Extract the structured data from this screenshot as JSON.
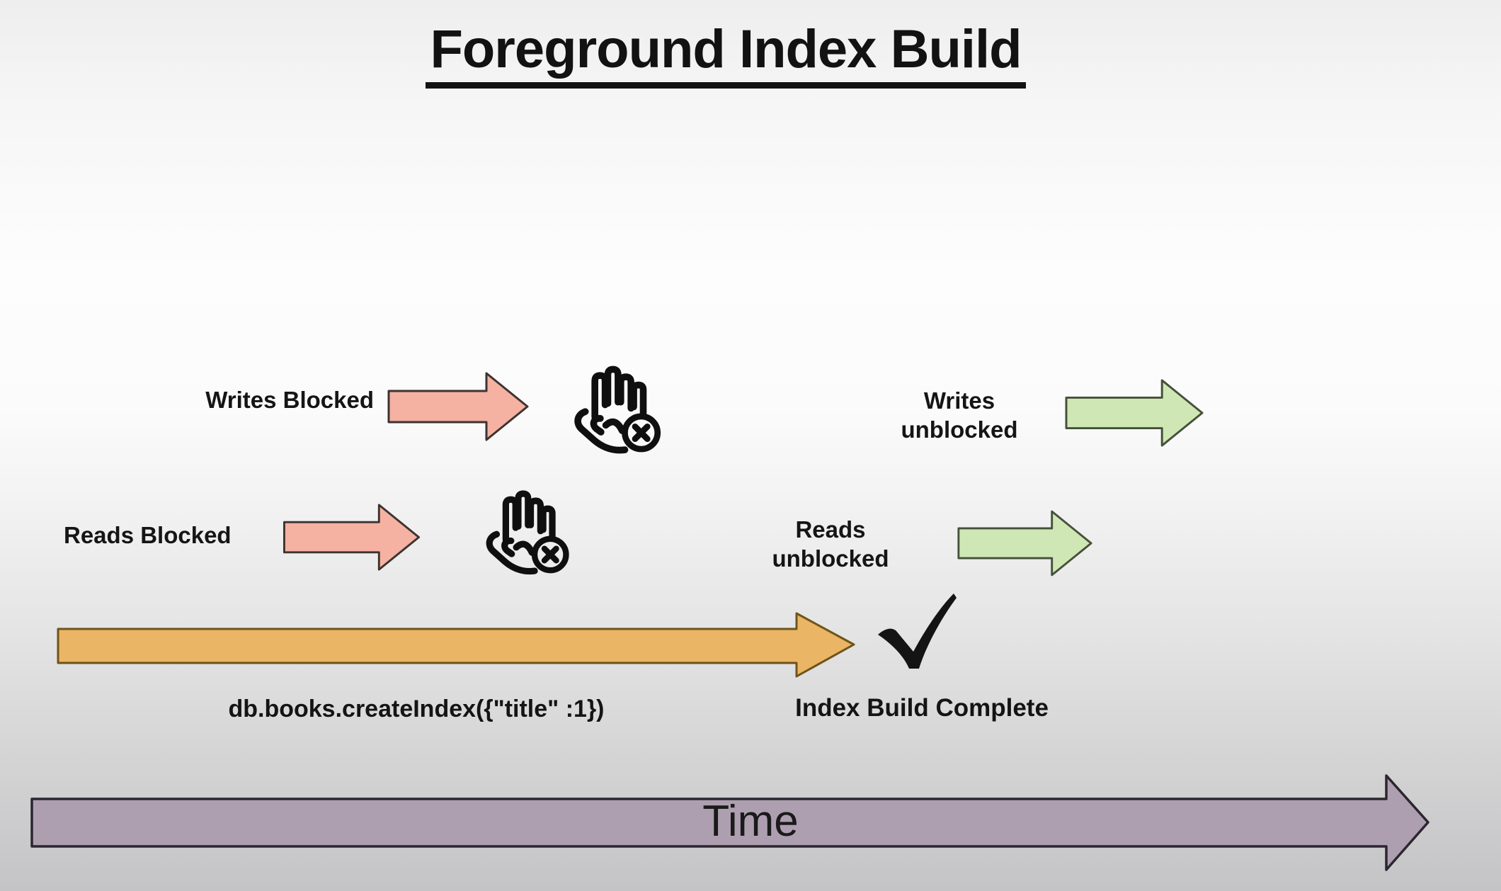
{
  "title": "Foreground Index Build",
  "phases": {
    "writes_blocked": "Writes Blocked",
    "reads_blocked": "Reads Blocked",
    "writes_unblocked_line1": "Writes",
    "writes_unblocked_line2": "unblocked",
    "reads_unblocked_line1": "Reads",
    "reads_unblocked_line2": "unblocked"
  },
  "timeline": {
    "command": "db.books.createIndex({\"title\" :1})",
    "complete_label": "Index Build Complete",
    "time_label": "Time"
  },
  "colors": {
    "blocked_arrow_fill": "#f5b1a2",
    "blocked_arrow_outline": "#3c3330",
    "unblocked_arrow_fill": "#cfe7b4",
    "unblocked_arrow_outline": "#44503a",
    "build_arrow_fill": "#ebb566",
    "build_arrow_outline": "#6d5419",
    "time_arrow_fill": "#ae9fb0",
    "time_arrow_outline": "#2b2630",
    "icon_ink": "#0f0f0f",
    "text": "#141414"
  }
}
